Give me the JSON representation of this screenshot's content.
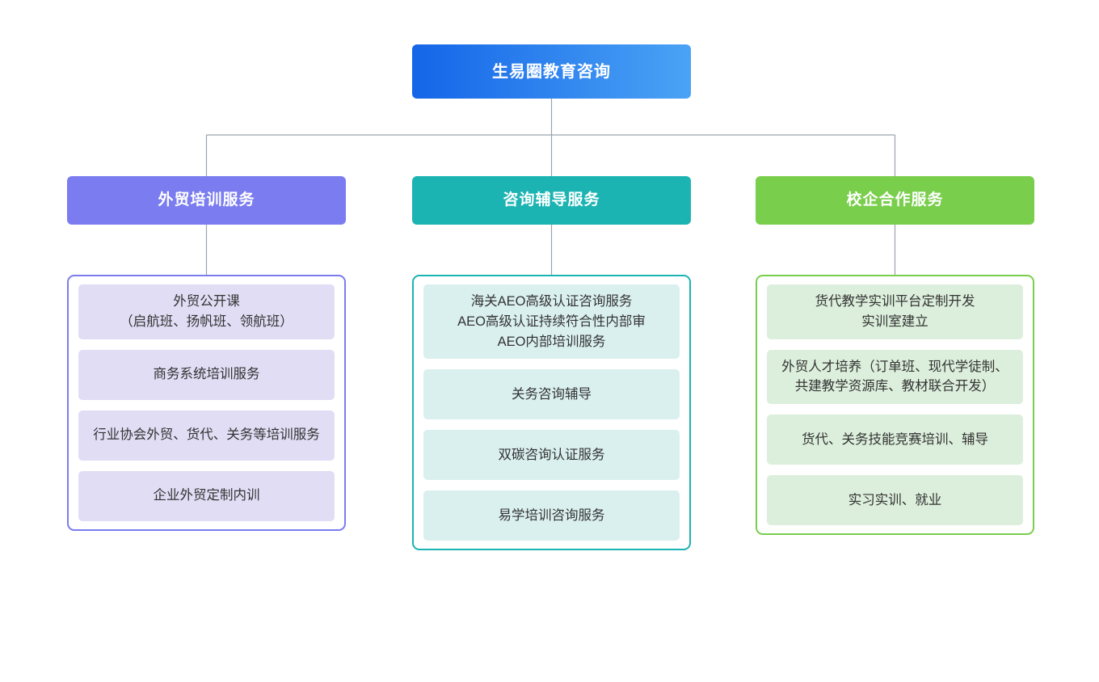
{
  "diagram": {
    "type": "organization-chart",
    "root": {
      "label": "生易圈教育咨询",
      "color_start": "#1565e8",
      "color_end": "#4ba3f5"
    },
    "connector_color": "#9aa3ad",
    "branches": [
      {
        "header": "外贸培训服务",
        "color": "#7b7cf0",
        "item_fill": "#e1ddf5",
        "items": [
          "外贸公开课\n（启航班、扬帆班、领航班）",
          "商务系统培训服务",
          "行业协会外贸、货代、关务等培训服务",
          "企业外贸定制内训"
        ]
      },
      {
        "header": "咨询辅导服务",
        "color": "#1cb3b3",
        "item_fill": "#daf0ef",
        "items": [
          "海关AEO高级认证咨询服务\nAEO高级认证持续符合性内部审\nAEO内部培训服务",
          "关务咨询辅导",
          "双碳咨询认证服务",
          "易学培训咨询服务"
        ]
      },
      {
        "header": "校企合作服务",
        "color": "#79ce4c",
        "item_fill": "#dcefdc",
        "items": [
          "货代教学实训平台定制开发\n实训室建立",
          "外贸人才培养（订单班、现代学徒制、共建教学资源库、教材联合开发）",
          "货代、关务技能竞赛培训、辅导",
          "实习实训、就业"
        ]
      }
    ]
  }
}
